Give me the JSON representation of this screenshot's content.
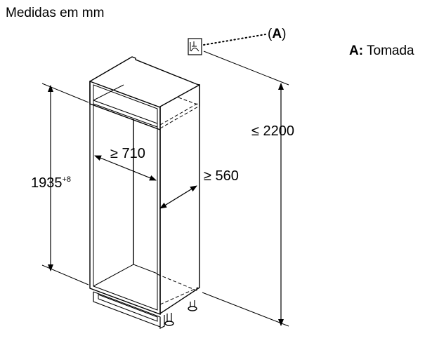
{
  "title": "Medidas em mm",
  "legend": {
    "key": "A:",
    "text": "Tomada"
  },
  "callout": {
    "open": "(",
    "key": "A",
    "close": ")"
  },
  "dimensions": {
    "height_niche": "1935",
    "height_tolerance": "+8",
    "socket_height": "≤ 2200",
    "width": "≥ 710",
    "depth": "≥ 560"
  },
  "icons": {
    "socket": "power-socket-icon"
  }
}
